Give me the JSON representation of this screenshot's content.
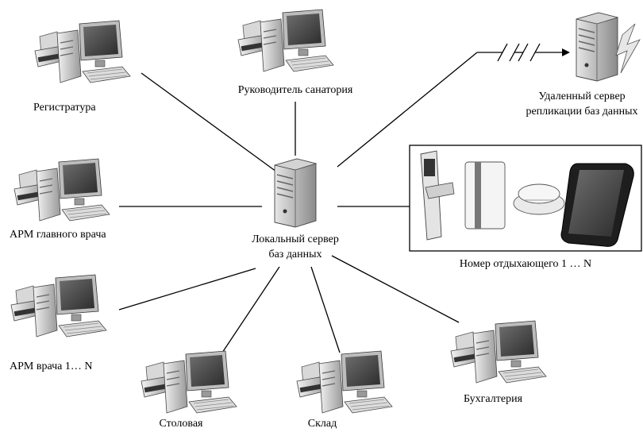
{
  "nodes": {
    "registratura": "Регистратура",
    "rukovoditel": "Руководитель санатория",
    "remote_server_line1": "Удаленный  сервер",
    "remote_server_line2": "репликации баз данных",
    "arm_glav": "АРМ главного врача",
    "local_server_line1": "Локальный сервер",
    "local_server_line2": "баз данных",
    "nomer": "Номер отдыхающего 1 … N",
    "arm_vracha": "АРМ врача 1… N",
    "stolovaya": "Столовая",
    "sklad": "Склад",
    "buhgalteriya": "Бухгалтерия"
  },
  "colors": {
    "line": "#000000",
    "device": "#c8c8c8",
    "dark": "#3a3a3a"
  }
}
